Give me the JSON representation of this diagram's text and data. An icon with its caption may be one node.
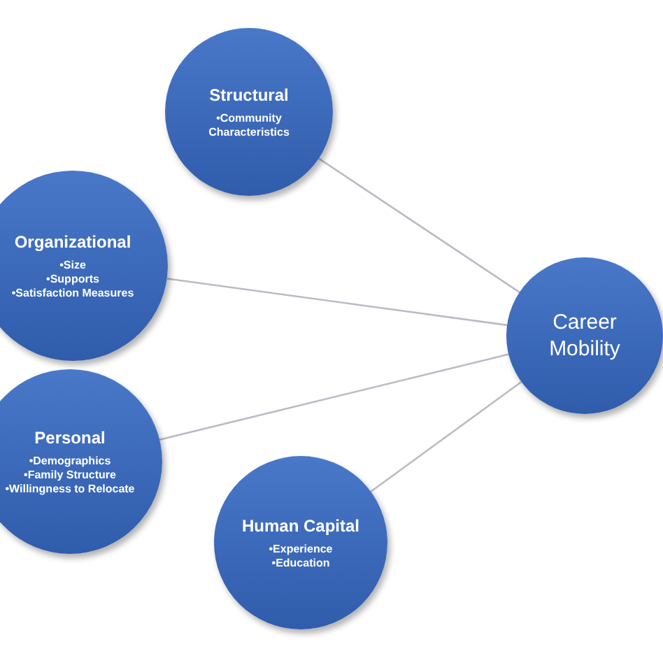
{
  "diagram": {
    "nodes": [
      {
        "text": [
          "Structural",
          "•Community Characteristics"
        ]
      },
      {
        "text": [
          "Organizational",
          "•Size",
          "•Supports",
          "•Satisfaction Measures"
        ]
      },
      {
        "text": [
          "Personal",
          "•Demographics",
          "•Family Structure",
          "•Willingness to Relocate"
        ]
      },
      {
        "text": [
          "Human Capital",
          "•Experience",
          "•Education"
        ]
      },
      {
        "text": [
          "Career Mobility"
        ]
      }
    ],
    "edges": [
      {
        "from": 0,
        "to": 4,
        "arrow": "none"
      },
      {
        "from": 1,
        "to": 4,
        "arrow": "none"
      },
      {
        "from": 2,
        "to": 4,
        "arrow": "none"
      },
      {
        "from": 3,
        "to": 4,
        "arrow": "none"
      }
    ]
  }
}
